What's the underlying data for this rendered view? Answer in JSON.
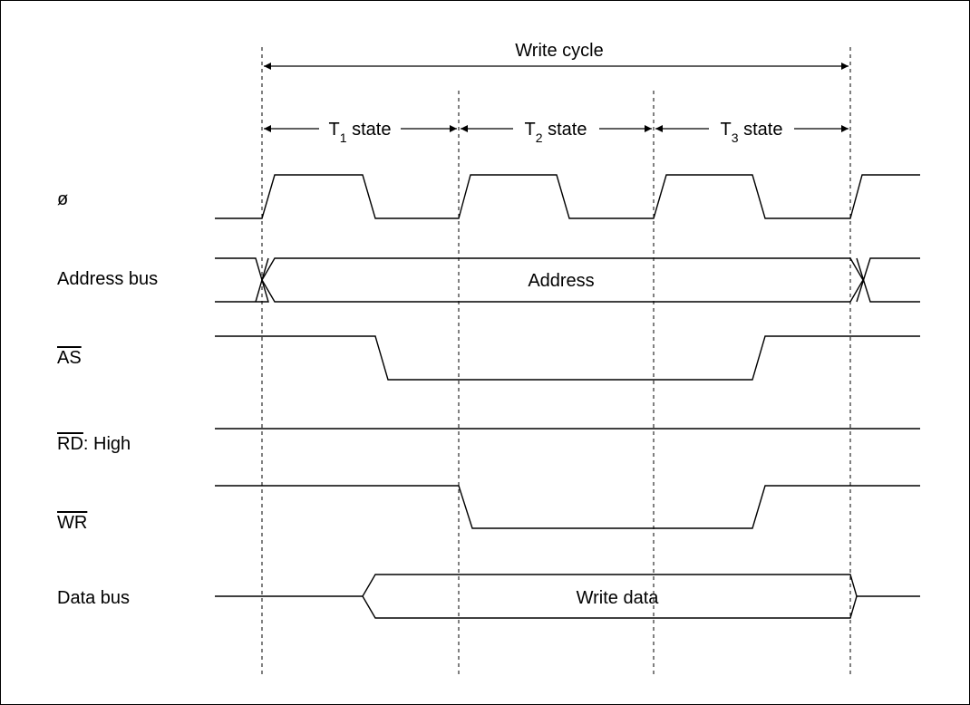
{
  "title": "Write cycle",
  "states": [
    {
      "base": "T",
      "sub": "1",
      "rest": " state"
    },
    {
      "base": "T",
      "sub": "2",
      "rest": " state"
    },
    {
      "base": "T",
      "sub": "3",
      "rest": " state"
    }
  ],
  "signals": {
    "phi": {
      "label": "ø"
    },
    "address_bus": {
      "label": "Address bus",
      "value": "Address"
    },
    "as": {
      "label": "AS",
      "overbar": true
    },
    "rd": {
      "label_overbar": "RD",
      "suffix": ": High"
    },
    "wr": {
      "label": "WR",
      "overbar": true
    },
    "data_bus": {
      "label": "Data bus",
      "value": "Write data"
    }
  }
}
